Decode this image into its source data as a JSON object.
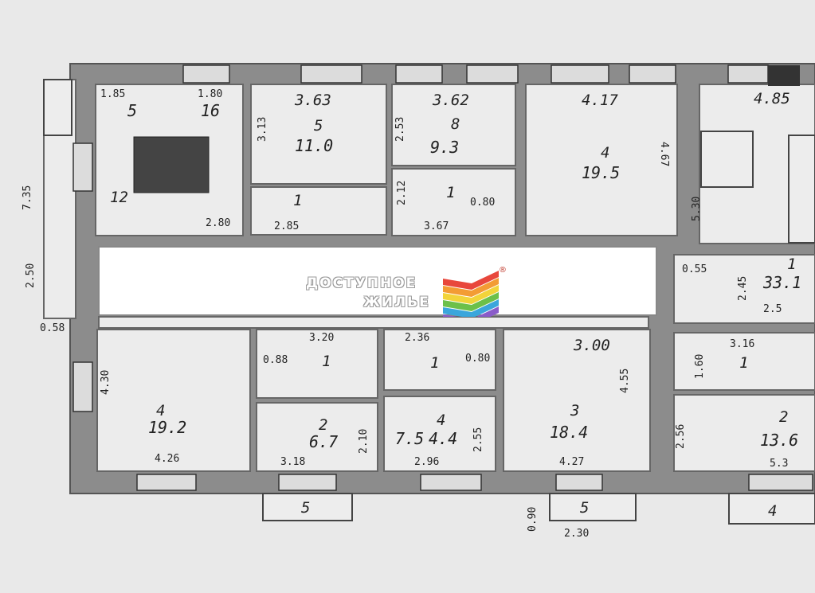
{
  "logo": {
    "line1": "ДОСТУПНОЕ",
    "line2": "ЖИЛЬЕ",
    "reg": "®",
    "stripe_colors": [
      "#e8473c",
      "#f39c34",
      "#f2d43a",
      "#6cc04a",
      "#3aa6dc",
      "#8a5cc9"
    ]
  },
  "rooms": {
    "r_top1": {
      "num": "5",
      "area": "16",
      "dim_a": "1.85",
      "dim_b": "1.80"
    },
    "r_top1b": {
      "num": "12",
      "area": "",
      "dim_a": "2.80"
    },
    "r_top2": {
      "num": "5",
      "area": "11.0",
      "dim_a": "3.63",
      "dim_b": "3.13"
    },
    "r_top2b": {
      "num": "1",
      "dim_a": "2.85"
    },
    "r_top3": {
      "num": "8",
      "area": "9.3",
      "dim_a": "3.62",
      "dim_b": "2.53"
    },
    "r_top3b": {
      "num": "1",
      "dim_a": "3.67",
      "dim_b": "2.12",
      "dim_c": "0.80"
    },
    "r_top4": {
      "num": "4",
      "area": "19.5",
      "dim_a": "4.17",
      "dim_b": "4.67"
    },
    "r_top5": {
      "dim_a": "4.85",
      "dim_b": "5.30"
    },
    "r_right1": {
      "num": "1",
      "area": "33.1",
      "dim_a": "2.45",
      "dim_b": "2.5",
      "dim_c": "0.55"
    },
    "r_right2": {
      "num": "1",
      "dim_a": "3.16",
      "dim_b": "1.60"
    },
    "r_right3": {
      "num": "2",
      "area": "13.6",
      "dim_a": "2.56",
      "dim_b": "5.3"
    },
    "r_bot1": {
      "num": "4",
      "area": "19.2",
      "dim_a": "4.30",
      "dim_b": "4.26"
    },
    "r_bot2a": {
      "num": "1",
      "dim_a": "3.20",
      "dim_b": "0.88"
    },
    "r_bot2b": {
      "num": "2",
      "area": "6.7",
      "dim_a": "3.18",
      "dim_b": "2.10"
    },
    "r_bot3a": {
      "num": "1",
      "dim_a": "2.36",
      "dim_b": "0.80"
    },
    "r_bot3b": {
      "num": "4",
      "area": "7.5",
      "area2": "4.4",
      "dim_a": "2.96",
      "dim_b": "2.55"
    },
    "r_bot4": {
      "num": "3",
      "area": "18.4",
      "dim_a": "3.00",
      "dim_b": "4.27",
      "dim_c": "4.55"
    },
    "left_strip": {
      "dim_a": "7.35",
      "dim_b": "2.50",
      "dim_c": "0.58"
    }
  },
  "balconies": [
    {
      "num": "5",
      "dim": ""
    },
    {
      "num": "5",
      "dim": "2.30",
      "dim_b": "0.90"
    },
    {
      "num": "4",
      "dim": ""
    }
  ]
}
